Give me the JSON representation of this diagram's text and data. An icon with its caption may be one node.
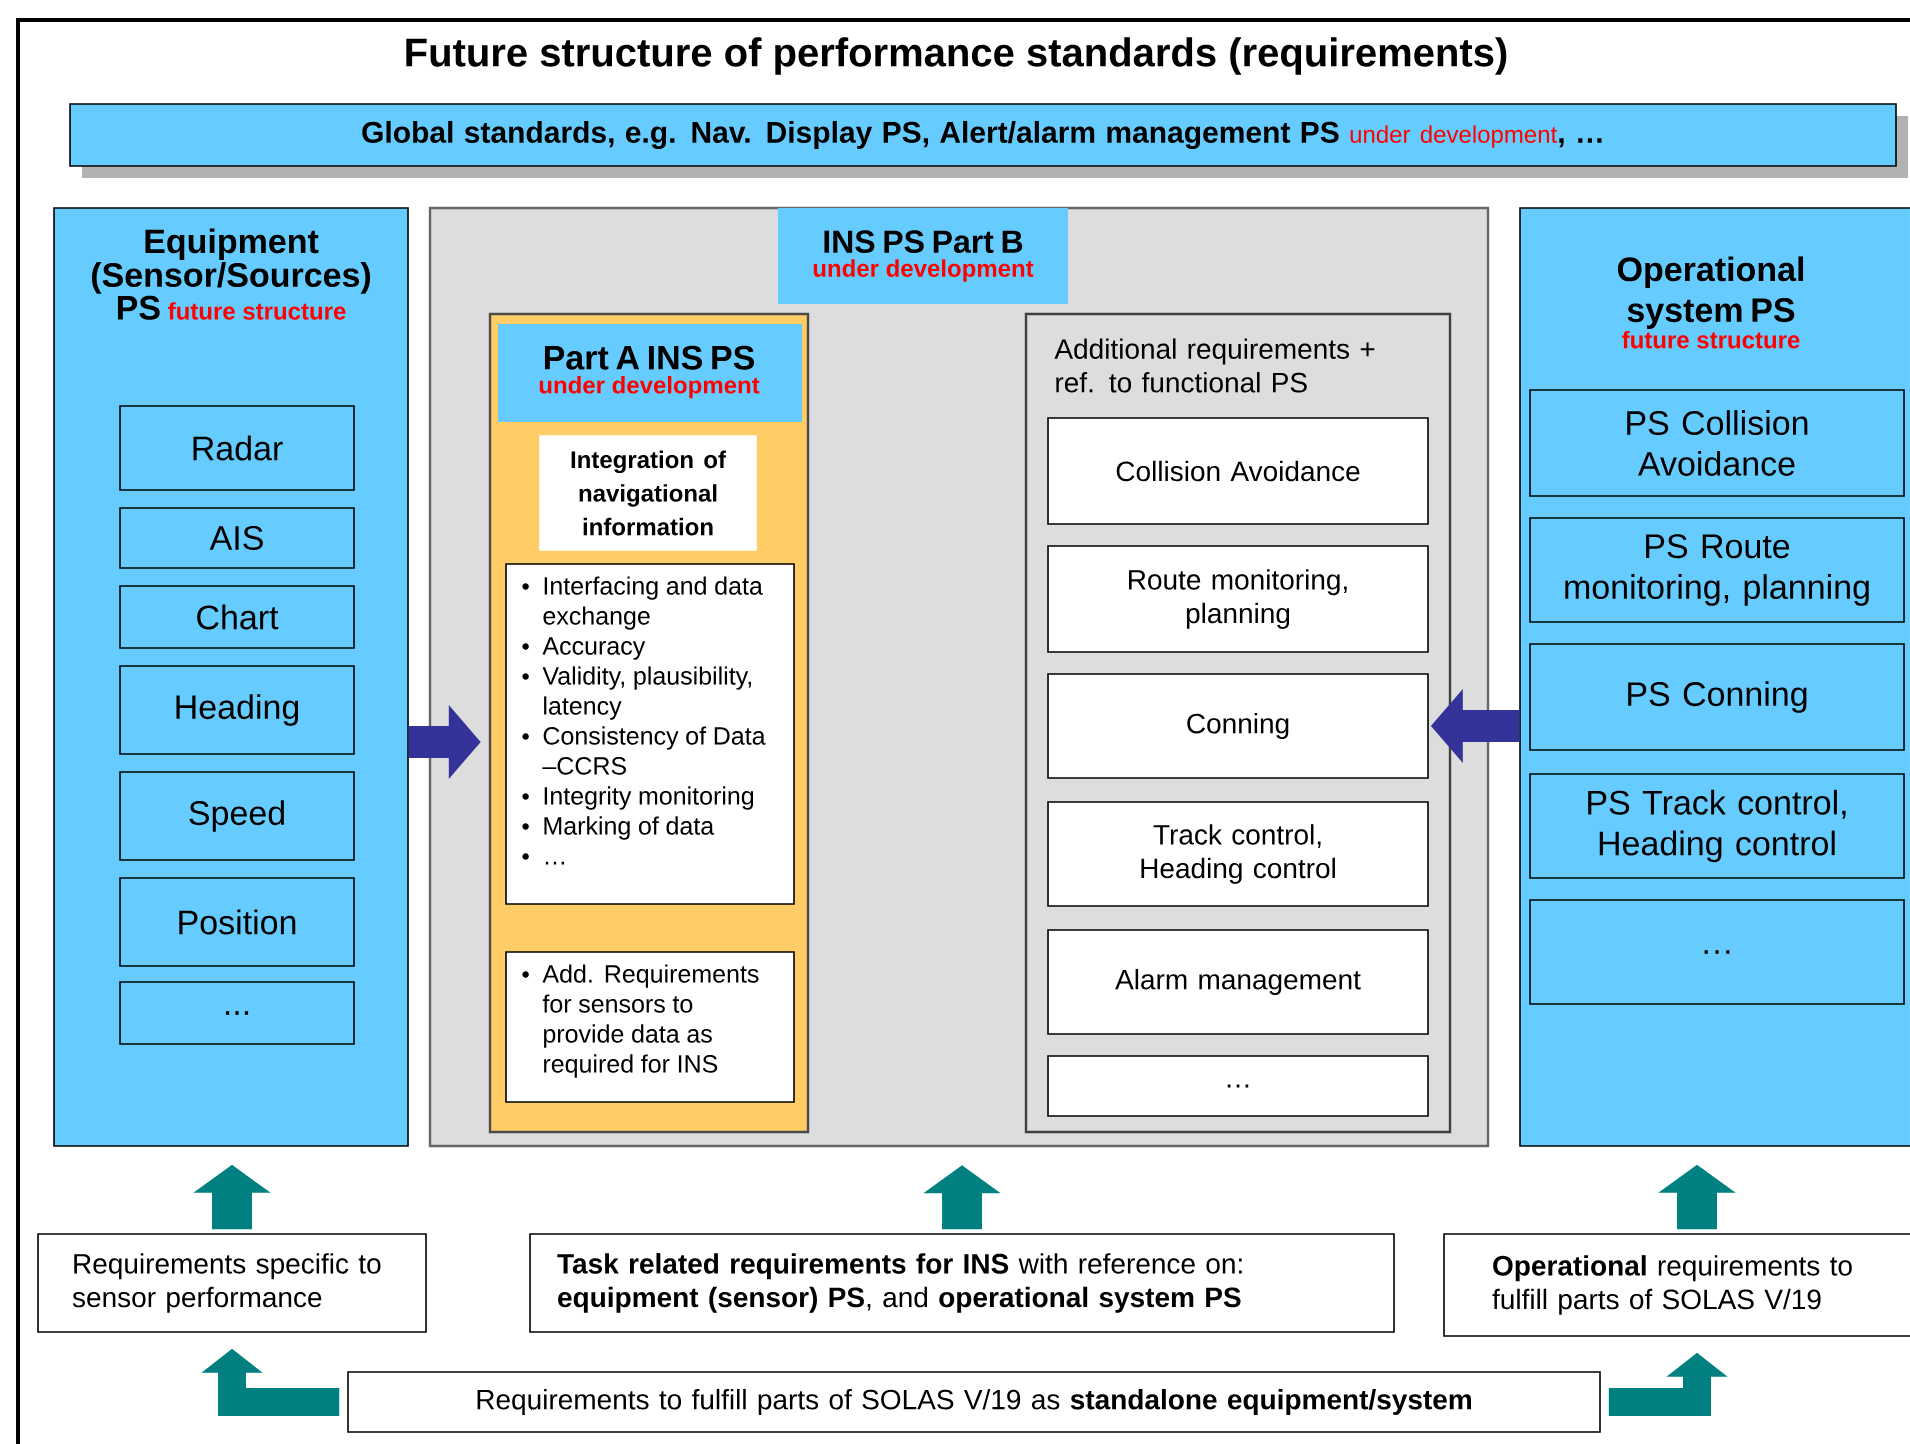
{
  "diagram": {
    "title": "Future structure of performance standards (requirements)",
    "nodes": [
      {
        "text": [
          "Global standards, e.g. Nav. Display PS, Alert/alarm management PS",
          "under development",
          ", …"
        ]
      },
      {
        "text": [
          "Equipment (Sensor/Sources) PS",
          "future structure"
        ]
      },
      {
        "text": [
          "Radar"
        ],
        "in": 1
      },
      {
        "text": [
          "AIS"
        ],
        "in": 1
      },
      {
        "text": [
          "Chart"
        ],
        "in": 1
      },
      {
        "text": [
          "Heading"
        ],
        "in": 1
      },
      {
        "text": [
          "Speed"
        ],
        "in": 1
      },
      {
        "text": [
          "Position"
        ],
        "in": 1
      },
      {
        "text": [
          "..."
        ],
        "in": 1
      },
      {
        "text": [
          "INS PS Part B",
          "under development"
        ]
      },
      {
        "text": [
          "Part A INS PS",
          "under development"
        ],
        "in": 9
      },
      {
        "text": [
          "Integration of navigational information"
        ],
        "in": 10
      },
      {
        "text": [
          "Interfacing and data exchange",
          "Accuracy",
          "Validity, plausibility, latency",
          "Consistency of Data –CCRS",
          "Integrity monitoring",
          "Marking of data",
          "…"
        ],
        "in": 10
      },
      {
        "text": [
          "Add. Requirements for sensors to provide data as required for INS"
        ],
        "in": 10
      },
      {
        "text": [
          "Additional requirements + ref. to functional PS"
        ],
        "in": 9
      },
      {
        "text": [
          "Collision Avoidance"
        ],
        "in": 14
      },
      {
        "text": [
          "Route monitoring, planning"
        ],
        "in": 14
      },
      {
        "text": [
          "Conning"
        ],
        "in": 14
      },
      {
        "text": [
          "Track control, Heading control"
        ],
        "in": 14
      },
      {
        "text": [
          "Alarm management"
        ],
        "in": 14
      },
      {
        "text": [
          "…"
        ],
        "in": 14
      },
      {
        "text": [
          "Operational system PS",
          "future structure"
        ]
      },
      {
        "text": [
          "PS Collision Avoidance"
        ],
        "in": 21
      },
      {
        "text": [
          "PS Route monitoring, planning"
        ],
        "in": 21
      },
      {
        "text": [
          "PS Conning"
        ],
        "in": 21
      },
      {
        "text": [
          "PS Track control, Heading control"
        ],
        "in": 21
      },
      {
        "text": [
          "…"
        ],
        "in": 21
      },
      {
        "text": [
          "Requirements specific to sensor performance"
        ]
      },
      {
        "text": [
          "**Task related requirements for INS** with reference on: **equipment (sensor) PS**, and **operational system PS**"
        ]
      },
      {
        "text": [
          "**Operational** requirements to fulfill parts of SOLAS V/19"
        ]
      },
      {
        "text": [
          "Requirements to fulfill parts of SOLAS V/19 as **standalone equipment/system**"
        ]
      }
    ],
    "edges": [
      {
        "from": 1,
        "to": 10,
        "arrow": "to",
        "color": "#333399"
      },
      {
        "from": 21,
        "to": 17,
        "arrow": "to",
        "color": "#333399"
      },
      {
        "from": 27,
        "to": 1,
        "arrow": "to"
      },
      {
        "from": 28,
        "to": 9,
        "arrow": "to"
      },
      {
        "from": 29,
        "to": 21,
        "arrow": "to"
      },
      {
        "from": 30,
        "to": 27,
        "arrow": "to"
      },
      {
        "from": 30,
        "to": 29,
        "arrow": "to"
      }
    ]
  }
}
